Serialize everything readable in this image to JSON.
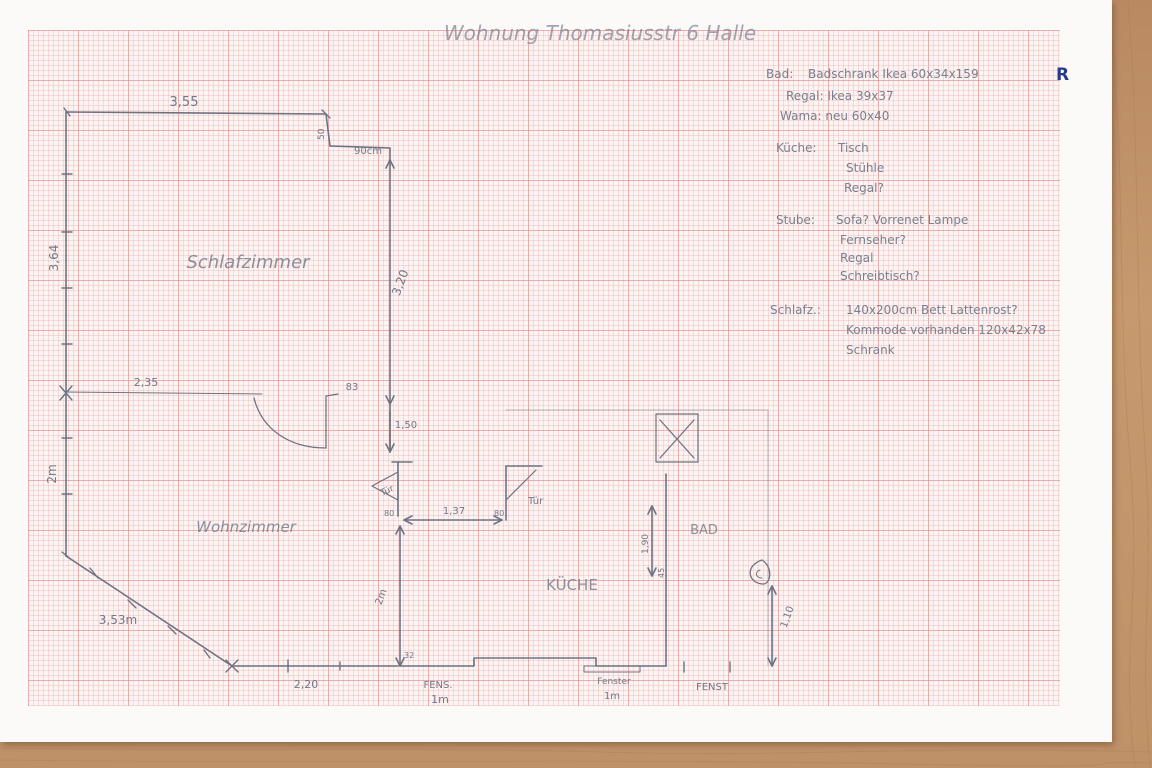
{
  "title": "Wohnung Thomasiusstr 6 Halle",
  "rooms": {
    "schlafzimmer": "Schlafzimmer",
    "wohnzimmer": "Wohnzimmer",
    "kueche": "KÜCHE",
    "bad": "BAD"
  },
  "dimensions": {
    "top_width": "3,55",
    "top_right_drop": "50",
    "notch": "90cm",
    "left_height": "3,64",
    "right_wall": "3,20",
    "partition": "2,35",
    "door_a": "83",
    "door_b": "1,50",
    "door_left": "Tür",
    "door_left_small": "80",
    "corridor": "1,37",
    "door_right_small": "80",
    "door_right": "Tür",
    "living_height": "2m",
    "diagonal": "3,53m",
    "bottom_width": "2,20",
    "kitchen_wall": "2m",
    "corner_small": "32",
    "bath_wall": "1,90",
    "bath_mark": "45",
    "bath_right": "1,10"
  },
  "windows": {
    "w1_label": "FENS.",
    "w1_size": "1m",
    "w2_label": "Fenster",
    "w2_size": "1m",
    "w3_label": "FENST"
  },
  "notes": {
    "bad": {
      "label": "Bad:",
      "items": [
        "Badschrank Ikea 60x34x159",
        "Regal: Ikea 39x37",
        "Wama: neu 60x40"
      ],
      "mark": "R"
    },
    "kueche": {
      "label": "Küche:",
      "items": [
        "Tisch",
        "Stühle",
        "Regal?"
      ]
    },
    "stube": {
      "label": "Stube:",
      "items": [
        "Sofa? Vorrenet Lampe",
        "Fernseher?",
        "Regal",
        "Schreibtisch?"
      ]
    },
    "schlafzimmer": {
      "label": "Schlafz.:",
      "items": [
        "140x200cm Bett Lattenrost?",
        "Kommode vorhanden 120x42x78",
        "Schrank"
      ]
    }
  }
}
